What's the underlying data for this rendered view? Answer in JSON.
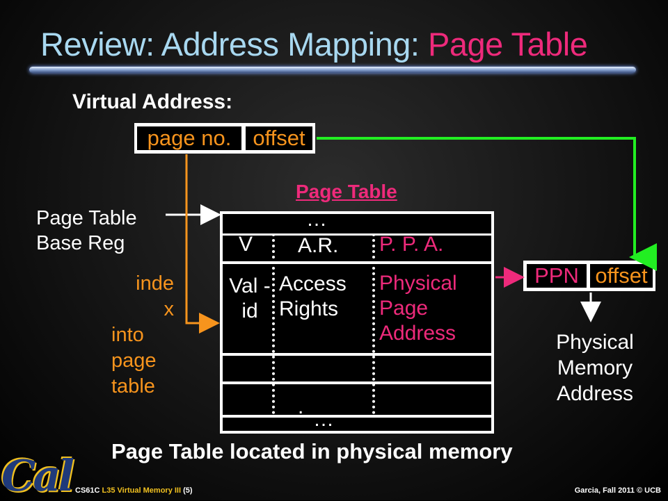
{
  "slide": {
    "title_prefix": "Review: Address Mapping: ",
    "title_highlight": "Page Table",
    "virtual_address_label": "Virtual Address:",
    "va_page_no": "page no.",
    "va_offset": "offset",
    "page_table_title": "Page Table",
    "ptbr_label": "Page Table Base Reg",
    "index_label_1": "inde",
    "index_label_2": "x",
    "index_label_3": "into page table",
    "table": {
      "top_ellipsis": "…",
      "header_v": "V",
      "header_ar": "A.R.",
      "header_ppa": "P. P. A.",
      "col_valid": "Val -id",
      "col_access": "Access Rights",
      "col_physical": "Physical Page Address",
      "mid_dot": ".",
      "bottom_ellipsis": "…"
    },
    "phys_ppn": "PPN",
    "phys_offset": "offset",
    "phys_mem_address": "Physical Memory Address",
    "bottom_note": "Page Table located in physical memory",
    "logo_text": "Cal",
    "footer_left_course": "CS61C",
    "footer_left_lecture": "L35 Virtual Memory III",
    "footer_left_page": "(5)",
    "footer_right": "Garcia, Fall 2011 © UCB"
  },
  "colors": {
    "title": "#a8d8f0",
    "highlight": "#ee2a7b",
    "orange": "#f7941d",
    "green_arrow": "#22ee22"
  }
}
